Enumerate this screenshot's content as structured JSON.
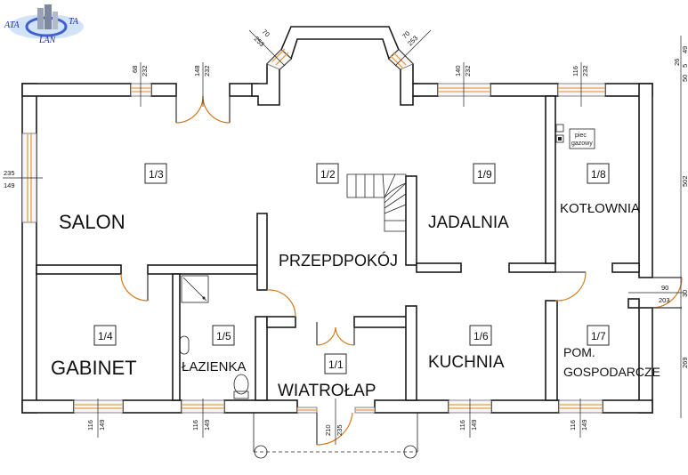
{
  "logo": {
    "top_left": "ATA",
    "top_right": "TA",
    "bottom": "LAN"
  },
  "rooms": [
    {
      "id": "r13",
      "number": "1/3",
      "name": "SALON"
    },
    {
      "id": "r12",
      "number": "1/2",
      "name": "PRZEPDPOKÓJ"
    },
    {
      "id": "r19",
      "number": "1/9",
      "name": "JADALNIA"
    },
    {
      "id": "r18",
      "number": "1/8",
      "name": "KOTŁOWNIA"
    },
    {
      "id": "r14",
      "number": "1/4",
      "name": "GABINET"
    },
    {
      "id": "r15",
      "number": "1/5",
      "name": "ŁAZIENKA"
    },
    {
      "id": "r11",
      "number": "1/1",
      "name": "WIATROŁAP"
    },
    {
      "id": "r16",
      "number": "1/6",
      "name": "KUCHNIA"
    },
    {
      "id": "r17",
      "number": "1/7",
      "name_line1": "POM.",
      "name_line2": "GOSPODARCZE"
    }
  ],
  "fixtures": {
    "boiler_line1": "piec",
    "boiler_line2": "gazowy"
  },
  "dimensions": {
    "top_salon_window": [
      "68",
      "232"
    ],
    "top_salon_door": [
      "148",
      "232"
    ],
    "bay_left": [
      "70",
      "253"
    ],
    "bay_right": [
      "70",
      "253"
    ],
    "top_jadalnia_window": [
      "140",
      "232"
    ],
    "top_kotlownia_window": [
      "116",
      "232"
    ],
    "left_salon_window": [
      "235",
      "149"
    ],
    "right_side_door": [
      "90",
      "203"
    ],
    "bottom_gabinet": [
      "116",
      "149"
    ],
    "bottom_lazienka": [
      "116",
      "149"
    ],
    "entrance": [
      "210",
      "235"
    ],
    "bottom_kuchnia": [
      "116",
      "149"
    ],
    "bottom_gospodarcze": [
      "116",
      "149"
    ],
    "right_edge": [
      "26",
      "49",
      "5",
      "50",
      "502",
      "30",
      "269"
    ]
  }
}
